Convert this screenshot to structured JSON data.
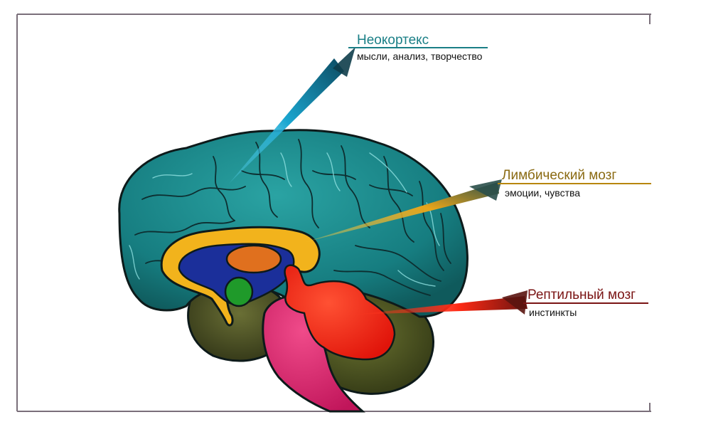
{
  "labels": {
    "neocortex": {
      "title": "Неокортекс",
      "subtitle": "мысли, анализ, творчество"
    },
    "limbic": {
      "title": "Лимбический мозг",
      "subtitle": "эмоции, чувства"
    },
    "reptilian": {
      "title": "Рептильный мозг",
      "subtitle": "инстинкты"
    }
  },
  "colors": {
    "frame": "#7a6f7a",
    "neocortex": "#1a8a8a",
    "neocortex_label": "#1a7f86",
    "limbic_ring": "#f2b31c",
    "limbic_inner": "#1b2f9a",
    "thalamus": "#e0701e",
    "amygdala": "#1f9a2a",
    "limbic_label": "#8a6a12",
    "reptilian": "#ff2a1a",
    "reptilian_label": "#7a1414",
    "brainstem": "#e0286e",
    "cerebellum": "#4f5a22",
    "temporal": "#525a28",
    "outline": "#0d1a1a"
  }
}
